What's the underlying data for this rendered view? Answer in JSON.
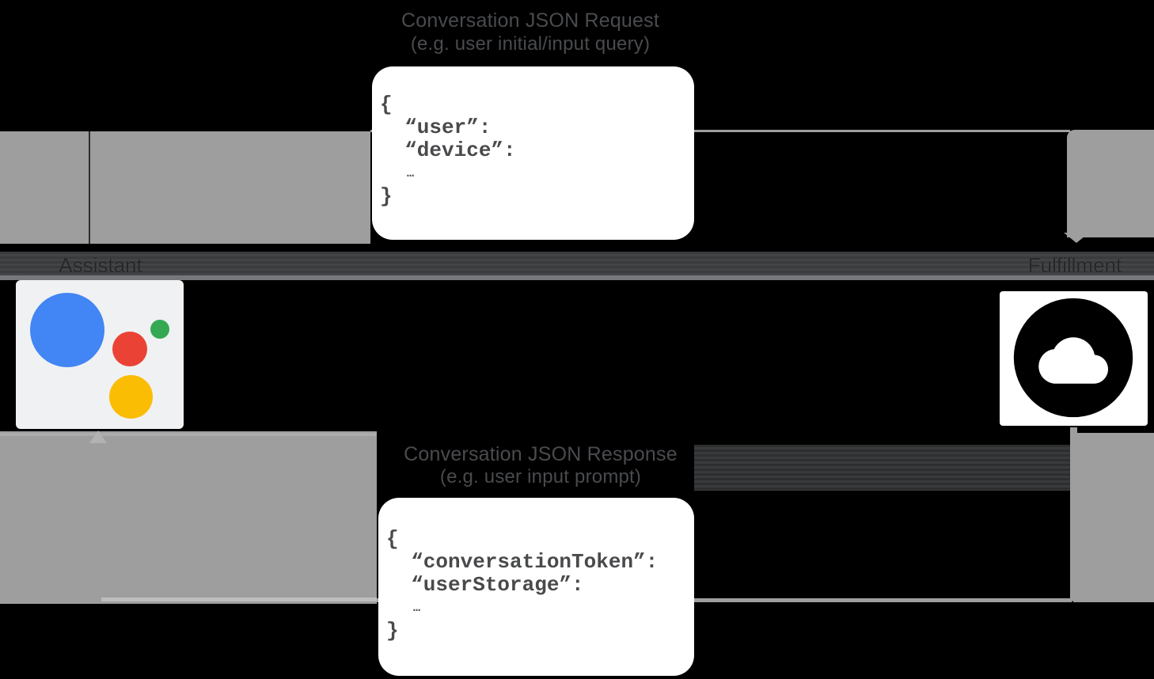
{
  "request": {
    "title": "Conversation JSON Request",
    "subtitle": "(e.g. user initial/input query)",
    "code_lines": [
      "{",
      "  “user”:",
      "  “device”:",
      "…",
      "}"
    ]
  },
  "response": {
    "title": "Conversation JSON Response",
    "subtitle": "(e.g. user input prompt)",
    "code_lines": [
      "{",
      "  “conversationToken”:",
      "  “userStorage”:",
      "…",
      "}"
    ]
  },
  "nodes": {
    "assistant": {
      "label": "Assistant",
      "icon": "google-assistant-logo"
    },
    "fulfillment": {
      "label": "Fulfillment",
      "icon": "cloud-circle-icon"
    }
  },
  "colors": {
    "background": "#000000",
    "arrow_gray": "#9E9E9E",
    "band_dark": "#3B3D40",
    "band_underline": "#77787B",
    "label_text": "#494B4E",
    "callout_box": "#FFFFFF",
    "code_text": "#494A4C",
    "assistant_blue": "#4285F4",
    "assistant_red": "#EA4335",
    "assistant_green": "#34A853",
    "assistant_yellow": "#FBBC04",
    "cloud_icon": "#000000"
  }
}
